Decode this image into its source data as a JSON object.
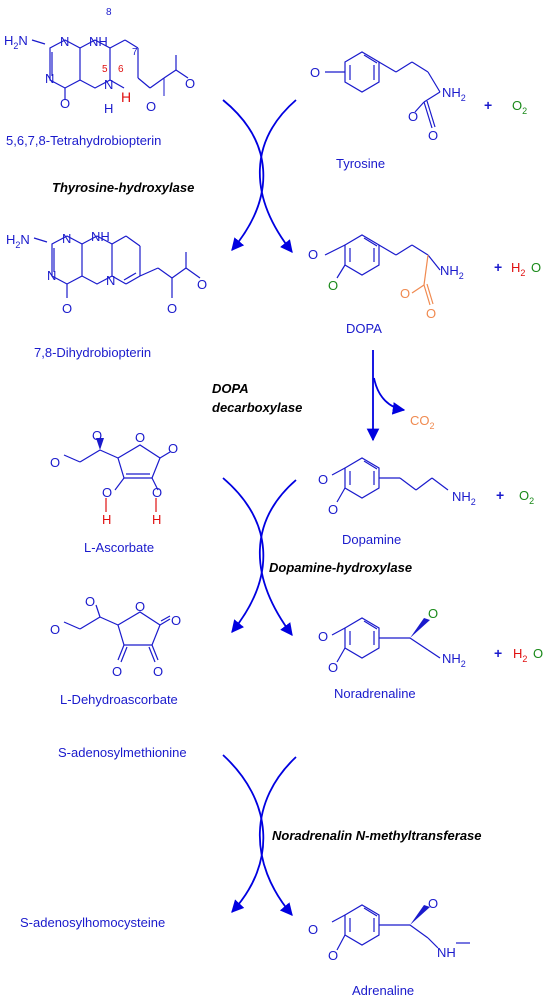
{
  "colors": {
    "blue": "#1a1acc",
    "red": "#e01010",
    "green": "#1a8a1a",
    "orange": "#f08a50",
    "black": "#000000",
    "arrow": "#0000e0"
  },
  "compounds": {
    "tetrahydrobiopterin": "5,6,7,8-Tetrahydrobiopterin",
    "tyrosine": "Tyrosine",
    "dihydrobiopterin": "7,8-Dihydrobiopterin",
    "dopa": "DOPA",
    "ascorbate": "L-Ascorbate",
    "dopamine": "Dopamine",
    "dehydroascorbate": "L-Dehydroascorbate",
    "noradrenaline": "Noradrenaline",
    "sam": "S-adenosylmethionine",
    "sah": "S-adenosylhomocysteine",
    "adrenaline": "Adrenaline"
  },
  "enzymes": {
    "tyrosine_hydroxylase": "Thyrosine-hydroxylase",
    "dopa_decarboxylase_line1": "DOPA",
    "dopa_decarboxylase_line2": "decarboxylase",
    "dopamine_hydroxylase": "Dopamine-hydroxylase",
    "pnmt": "Noradrenalin N-methyltransferase"
  },
  "atoms": {
    "O": "O",
    "N": "N",
    "H": "H",
    "NH": "NH",
    "H2N": "H2N",
    "NH2": "NH2",
    "n8": "8",
    "n7": "7",
    "n6": "6",
    "n5": "5"
  },
  "side": {
    "plus": "+",
    "o2": "O2",
    "h2o": "H2O",
    "co2": "CO2"
  }
}
